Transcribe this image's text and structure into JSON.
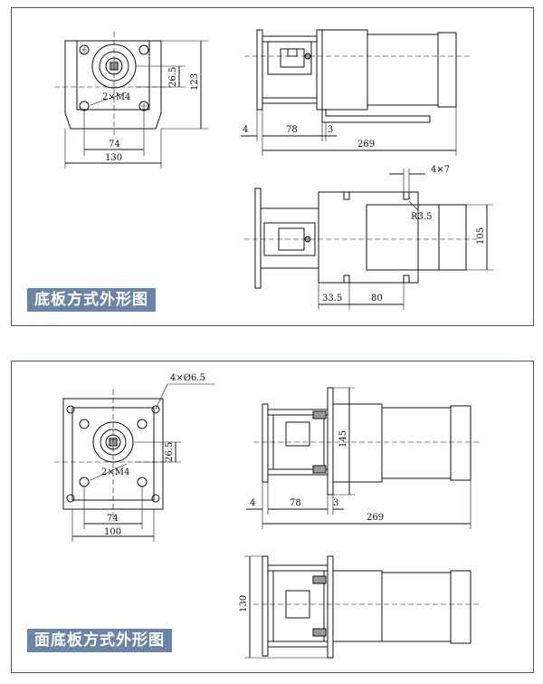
{
  "panel1": {
    "label": "底板方式外形图",
    "front_view": {
      "hole_label": "2×M4",
      "dim_h1": "26.5",
      "dim_h2": "123",
      "dim_w1": "74",
      "dim_w2": "130"
    },
    "side_view": {
      "dim_a": "4",
      "dim_b": "78",
      "dim_c": "3",
      "dim_total": "269"
    },
    "bottom_view": {
      "slot_label": "4×7",
      "radius_label": "R3.5",
      "dim_h": "105",
      "dim_a": "33.5",
      "dim_b": "80"
    }
  },
  "panel2": {
    "label": "面底板方式外形图",
    "front_view": {
      "hole_label_top": "4×Ø6.5",
      "hole_label": "2×M4",
      "dim_h1": "26.5",
      "dim_w1": "74",
      "dim_w2": "100"
    },
    "side_view": {
      "dim_h": "145",
      "dim_a": "4",
      "dim_b": "78",
      "dim_c": "3",
      "dim_total": "269"
    },
    "bottom_view": {
      "dim_h": "130"
    }
  }
}
